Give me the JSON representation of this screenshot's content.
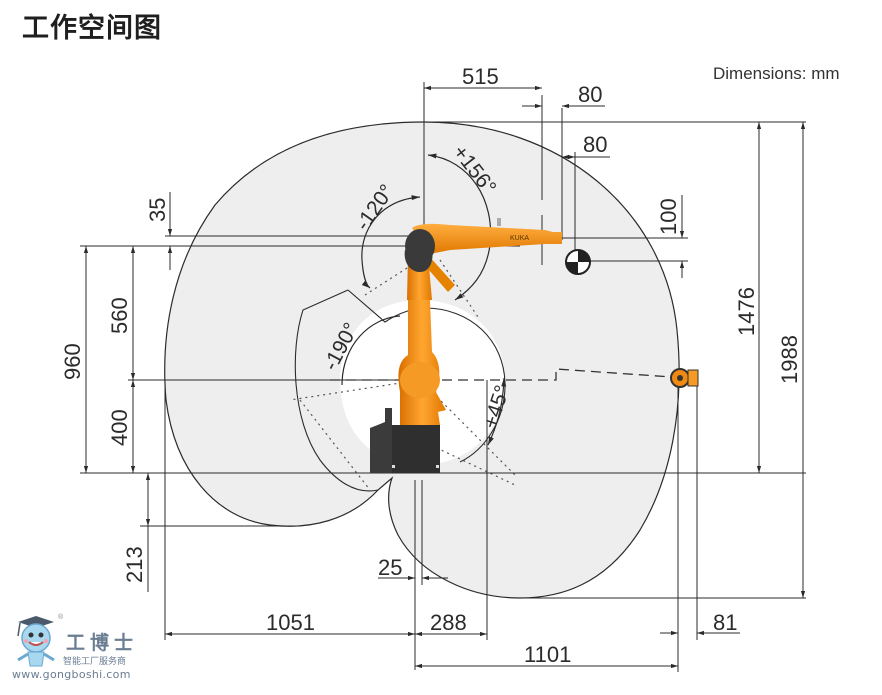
{
  "header": {
    "title": "工作空间图",
    "units_label": "Dimensions: mm"
  },
  "dimensions": {
    "top_515": "515",
    "top_80_a": "80",
    "top_80_b": "80",
    "right_100": "100",
    "left_35": "35",
    "left_960": "960",
    "left_560": "560",
    "left_400": "400",
    "left_213": "213",
    "bottom_25": "25",
    "bottom_1051": "1051",
    "bottom_288": "288",
    "bottom_1101": "1101",
    "bottom_81": "81",
    "right_1476": "1476",
    "right_1988": "1988"
  },
  "angles": {
    "a2_pos": "+156°",
    "a2_neg": "-120°",
    "a3_neg": "-190°",
    "a3_pos": "+45°"
  },
  "colors": {
    "robot_orange": "#f08a12",
    "robot_dark": "#3a3a3a",
    "workspace_fill": "#eeeeee",
    "line": "#2b2b2b"
  },
  "logo": {
    "brand": "工博士",
    "tagline": "智能工厂服务商",
    "url": "www.gongboshi.com",
    "registered": "®"
  }
}
